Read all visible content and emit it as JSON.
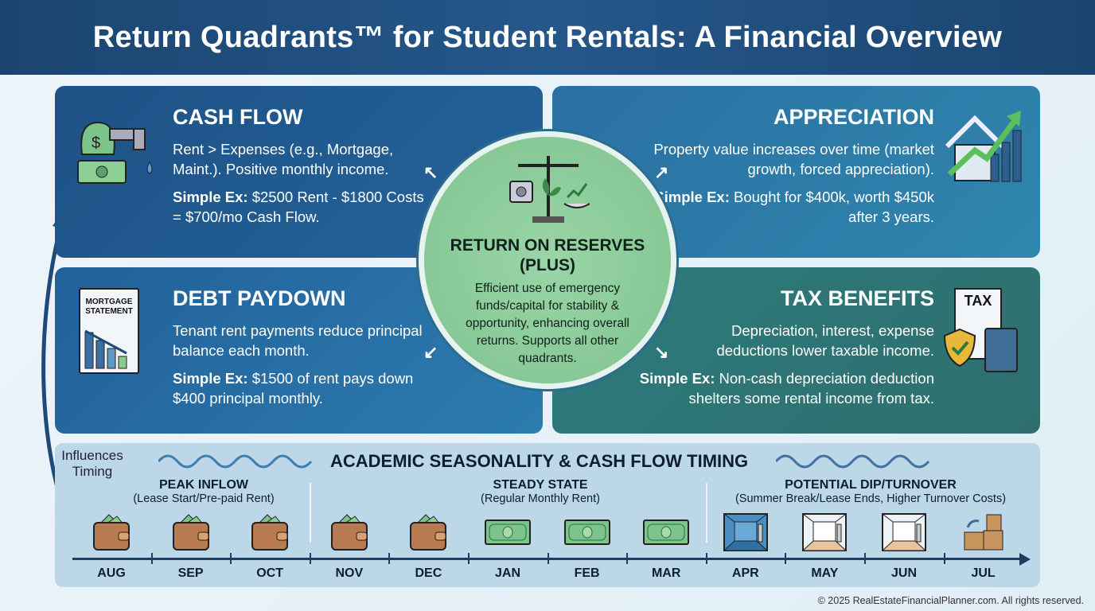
{
  "title": "Return Quadrants™ for Student Rentals: A Financial Overview",
  "quadrants": {
    "cash_flow": {
      "title": "CASH FLOW",
      "desc": "Rent > Expenses (e.g., Mortgage, Maint.). Positive monthly income.",
      "ex_label": "Simple Ex:",
      "ex": " $2500 Rent - $1800 Costs = $700/mo Cash Flow.",
      "icon": "money-bag-faucet-icon"
    },
    "appreciation": {
      "title": "APPRECIATION",
      "desc": "Property value increases over time (market growth, forced appreciation).",
      "ex_label": "Simple Ex:",
      "ex": " Bought for $400k, worth $450k after 3 years.",
      "icon": "house-growth-chart-icon"
    },
    "debt_paydown": {
      "title": "DEBT PAYDOWN",
      "desc": "Tenant rent payments reduce principal balance each month.",
      "ex_label": "Simple Ex:",
      "ex": " $1500 of rent pays down $400 principal monthly.",
      "icon": "mortgage-statement-icon",
      "doc_label": "MORTGAGE STATEMENT"
    },
    "tax_benefits": {
      "title": "TAX BENEFITS",
      "desc": "Depreciation, interest, expense deductions lower taxable income.",
      "ex_label": "Simple Ex:",
      "ex": " Non-cash depreciation deduction shelters some rental income from tax.",
      "icon": "tax-form-shield-calculator-icon",
      "doc_label": "TAX"
    }
  },
  "center": {
    "title": "RETURN ON RESERVES (PLUS)",
    "desc": "Efficient use of emergency funds/capital for stability & opportunity, enhancing overall returns. Supports all other quadrants."
  },
  "timeline": {
    "title": "ACADEMIC SEASONALITY & CASH FLOW TIMING",
    "influences": "Influences Timing",
    "segments": [
      {
        "heading": "PEAK INFLOW",
        "sub": "(Lease Start/Pre-paid Rent)"
      },
      {
        "heading": "STEADY STATE",
        "sub": "(Regular Monthly Rent)"
      },
      {
        "heading": "POTENTIAL DIP/TURNOVER",
        "sub": "(Summer Break/Lease Ends, Higher Turnover Costs)"
      }
    ],
    "months": [
      "AUG",
      "SEP",
      "OCT",
      "NOV",
      "DEC",
      "JAN",
      "FEB",
      "MAR",
      "APR",
      "MAY",
      "JUN",
      "JUL"
    ]
  },
  "footer": "© 2025 RealEstateFinancialPlanner.com. All rights reserved."
}
